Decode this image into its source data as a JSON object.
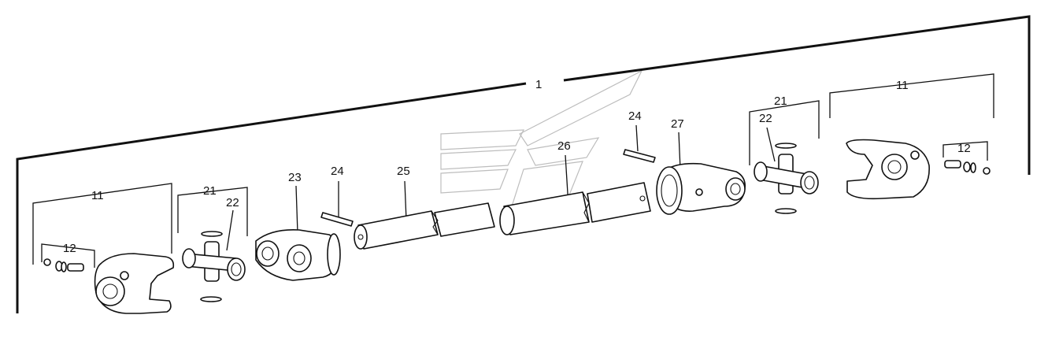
{
  "diagram": {
    "callouts": {
      "assembly": "1",
      "yoke_left": "11",
      "cross_left": "21",
      "bearing_left": "22",
      "bolt_left": "12",
      "inner_yoke": "23",
      "pin_left": "24",
      "inner_tube": "25",
      "outer_tube": "26",
      "pin_right": "24",
      "outer_yoke": "27",
      "cross_right": "21",
      "bearing_right": "22",
      "yoke_right": "11",
      "bolt_right": "12"
    }
  }
}
